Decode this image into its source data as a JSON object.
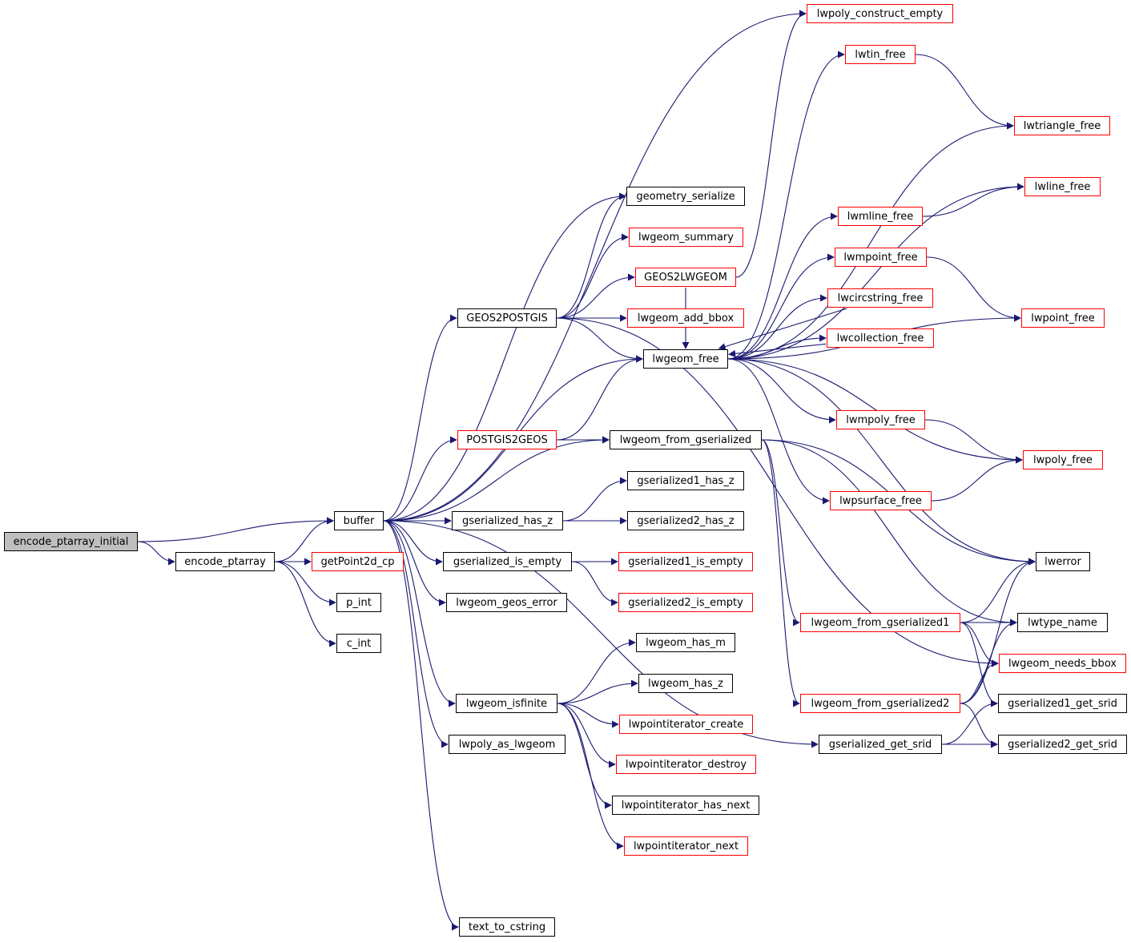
{
  "colors": {
    "edge": "#191970",
    "node_border": "#000000",
    "node_border_incomplete": "#ff0000",
    "root_fill": "#bfbfbf"
  },
  "nodes": [
    {
      "id": "encode_ptarray_initial",
      "label": "encode_ptarray_initial",
      "style": "root"
    },
    {
      "id": "encode_ptarray",
      "label": "encode_ptarray",
      "style": "normal"
    },
    {
      "id": "buffer",
      "label": "buffer",
      "style": "normal"
    },
    {
      "id": "getPoint2d_cp",
      "label": "getPoint2d_cp",
      "style": "incomplete"
    },
    {
      "id": "p_int",
      "label": "p_int",
      "style": "normal"
    },
    {
      "id": "c_int",
      "label": "c_int",
      "style": "normal"
    },
    {
      "id": "GEOS2POSTGIS",
      "label": "GEOS2POSTGIS",
      "style": "normal"
    },
    {
      "id": "POSTGIS2GEOS",
      "label": "POSTGIS2GEOS",
      "style": "incomplete"
    },
    {
      "id": "gserialized_has_z",
      "label": "gserialized_has_z",
      "style": "normal"
    },
    {
      "id": "gserialized_is_empty",
      "label": "gserialized_is_empty",
      "style": "normal"
    },
    {
      "id": "lwgeom_geos_error",
      "label": "lwgeom_geos_error",
      "style": "normal"
    },
    {
      "id": "lwgeom_isfinite",
      "label": "lwgeom_isfinite",
      "style": "normal"
    },
    {
      "id": "lwpoly_as_lwgeom",
      "label": "lwpoly_as_lwgeom",
      "style": "normal"
    },
    {
      "id": "text_to_cstring",
      "label": "text_to_cstring",
      "style": "normal"
    },
    {
      "id": "geometry_serialize",
      "label": "geometry_serialize",
      "style": "normal"
    },
    {
      "id": "lwgeom_summary",
      "label": "lwgeom_summary",
      "style": "incomplete"
    },
    {
      "id": "GEOS2LWGEOM",
      "label": "GEOS2LWGEOM",
      "style": "incomplete"
    },
    {
      "id": "lwgeom_add_bbox",
      "label": "lwgeom_add_bbox",
      "style": "incomplete"
    },
    {
      "id": "lwgeom_free",
      "label": "lwgeom_free",
      "style": "normal"
    },
    {
      "id": "lwgeom_from_gserialized",
      "label": "lwgeom_from_gserialized",
      "style": "normal"
    },
    {
      "id": "gserialized1_has_z",
      "label": "gserialized1_has_z",
      "style": "normal"
    },
    {
      "id": "gserialized2_has_z",
      "label": "gserialized2_has_z",
      "style": "normal"
    },
    {
      "id": "gserialized1_is_empty",
      "label": "gserialized1_is_empty",
      "style": "incomplete"
    },
    {
      "id": "gserialized2_is_empty",
      "label": "gserialized2_is_empty",
      "style": "incomplete"
    },
    {
      "id": "lwgeom_has_m",
      "label": "lwgeom_has_m",
      "style": "normal"
    },
    {
      "id": "lwgeom_has_z",
      "label": "lwgeom_has_z",
      "style": "normal"
    },
    {
      "id": "lwpointiterator_create",
      "label": "lwpointiterator_create",
      "style": "incomplete"
    },
    {
      "id": "lwpointiterator_destroy",
      "label": "lwpointiterator_destroy",
      "style": "incomplete"
    },
    {
      "id": "lwpointiterator_has_next",
      "label": "lwpointiterator_has_next",
      "style": "normal"
    },
    {
      "id": "lwpointiterator_next",
      "label": "lwpointiterator_next",
      "style": "incomplete"
    },
    {
      "id": "lwpoly_construct_empty",
      "label": "lwpoly_construct_empty",
      "style": "incomplete"
    },
    {
      "id": "lwtin_free",
      "label": "lwtin_free",
      "style": "incomplete"
    },
    {
      "id": "lwmline_free",
      "label": "lwmline_free",
      "style": "incomplete"
    },
    {
      "id": "lwmpoint_free",
      "label": "lwmpoint_free",
      "style": "incomplete"
    },
    {
      "id": "lwcircstring_free",
      "label": "lwcircstring_free",
      "style": "incomplete"
    },
    {
      "id": "lwcollection_free",
      "label": "lwcollection_free",
      "style": "incomplete"
    },
    {
      "id": "lwmpoly_free",
      "label": "lwmpoly_free",
      "style": "incomplete"
    },
    {
      "id": "lwpsurface_free",
      "label": "lwpsurface_free",
      "style": "incomplete"
    },
    {
      "id": "lwgeom_from_gserialized1",
      "label": "lwgeom_from_gserialized1",
      "style": "incomplete"
    },
    {
      "id": "lwgeom_from_gserialized2",
      "label": "lwgeom_from_gserialized2",
      "style": "incomplete"
    },
    {
      "id": "gserialized_get_srid",
      "label": "gserialized_get_srid",
      "style": "normal"
    },
    {
      "id": "lwtriangle_free",
      "label": "lwtriangle_free",
      "style": "incomplete"
    },
    {
      "id": "lwline_free",
      "label": "lwline_free",
      "style": "incomplete"
    },
    {
      "id": "lwpoint_free",
      "label": "lwpoint_free",
      "style": "incomplete"
    },
    {
      "id": "lwpoly_free",
      "label": "lwpoly_free",
      "style": "incomplete"
    },
    {
      "id": "lwerror",
      "label": "lwerror",
      "style": "normal"
    },
    {
      "id": "lwtype_name",
      "label": "lwtype_name",
      "style": "normal"
    },
    {
      "id": "lwgeom_needs_bbox",
      "label": "lwgeom_needs_bbox",
      "style": "incomplete"
    },
    {
      "id": "gserialized1_get_srid",
      "label": "gserialized1_get_srid",
      "style": "normal"
    },
    {
      "id": "gserialized2_get_srid",
      "label": "gserialized2_get_srid",
      "style": "normal"
    }
  ],
  "edges": [
    [
      "encode_ptarray_initial",
      "buffer"
    ],
    [
      "encode_ptarray_initial",
      "encode_ptarray"
    ],
    [
      "encode_ptarray",
      "buffer"
    ],
    [
      "encode_ptarray",
      "getPoint2d_cp"
    ],
    [
      "encode_ptarray",
      "p_int"
    ],
    [
      "encode_ptarray",
      "c_int"
    ],
    [
      "buffer",
      "lwpoly_construct_empty"
    ],
    [
      "buffer",
      "geometry_serialize"
    ],
    [
      "buffer",
      "GEOS2POSTGIS"
    ],
    [
      "buffer",
      "lwgeom_free"
    ],
    [
      "buffer",
      "POSTGIS2GEOS"
    ],
    [
      "buffer",
      "lwgeom_from_gserialized"
    ],
    [
      "buffer",
      "gserialized_has_z"
    ],
    [
      "buffer",
      "gserialized_is_empty"
    ],
    [
      "buffer",
      "lwgeom_geos_error"
    ],
    [
      "buffer",
      "lwgeom_isfinite"
    ],
    [
      "buffer",
      "lwpoly_as_lwgeom"
    ],
    [
      "buffer",
      "text_to_cstring"
    ],
    [
      "buffer",
      "gserialized_get_srid"
    ],
    [
      "GEOS2POSTGIS",
      "geometry_serialize"
    ],
    [
      "GEOS2POSTGIS",
      "lwgeom_summary"
    ],
    [
      "GEOS2POSTGIS",
      "GEOS2LWGEOM"
    ],
    [
      "GEOS2POSTGIS",
      "lwgeom_add_bbox"
    ],
    [
      "GEOS2POSTGIS",
      "lwgeom_free"
    ],
    [
      "GEOS2POSTGIS",
      "lwgeom_needs_bbox"
    ],
    [
      "POSTGIS2GEOS",
      "lwgeom_free"
    ],
    [
      "POSTGIS2GEOS",
      "lwgeom_from_gserialized"
    ],
    [
      "GEOS2LWGEOM",
      "lwpoly_construct_empty"
    ],
    [
      "GEOS2LWGEOM",
      "lwgeom_free"
    ],
    [
      "gserialized_has_z",
      "gserialized1_has_z"
    ],
    [
      "gserialized_has_z",
      "gserialized2_has_z"
    ],
    [
      "gserialized_is_empty",
      "gserialized1_is_empty"
    ],
    [
      "gserialized_is_empty",
      "gserialized2_is_empty"
    ],
    [
      "lwgeom_isfinite",
      "lwgeom_has_m"
    ],
    [
      "lwgeom_isfinite",
      "lwgeom_has_z"
    ],
    [
      "lwgeom_isfinite",
      "lwpointiterator_create"
    ],
    [
      "lwgeom_isfinite",
      "lwpointiterator_destroy"
    ],
    [
      "lwgeom_isfinite",
      "lwpointiterator_has_next"
    ],
    [
      "lwgeom_isfinite",
      "lwpointiterator_next"
    ],
    [
      "lwgeom_free",
      "lwtin_free"
    ],
    [
      "lwgeom_free",
      "lwtriangle_free"
    ],
    [
      "lwgeom_free",
      "lwline_free"
    ],
    [
      "lwgeom_free",
      "lwmline_free"
    ],
    [
      "lwgeom_free",
      "lwmpoint_free"
    ],
    [
      "lwgeom_free",
      "lwcircstring_free"
    ],
    [
      "lwgeom_free",
      "lwcollection_free"
    ],
    [
      "lwgeom_free",
      "lwpoint_free"
    ],
    [
      "lwgeom_free",
      "lwmpoly_free"
    ],
    [
      "lwgeom_free",
      "lwpoly_free"
    ],
    [
      "lwgeom_free",
      "lwpsurface_free"
    ],
    [
      "lwgeom_free",
      "lwerror"
    ],
    [
      "lwtin_free",
      "lwtriangle_free"
    ],
    [
      "lwmline_free",
      "lwline_free"
    ],
    [
      "lwmpoint_free",
      "lwpoint_free"
    ],
    [
      "lwcircstring_free",
      "lwgeom_free"
    ],
    [
      "lwcollection_free",
      "lwgeom_free"
    ],
    [
      "lwmpoly_free",
      "lwpoly_free"
    ],
    [
      "lwpsurface_free",
      "lwpoly_free"
    ],
    [
      "lwgeom_from_gserialized",
      "lwgeom_from_gserialized1"
    ],
    [
      "lwgeom_from_gserialized",
      "lwgeom_from_gserialized2"
    ],
    [
      "lwgeom_from_gserialized",
      "lwerror"
    ],
    [
      "lwgeom_from_gserialized",
      "lwtype_name"
    ],
    [
      "lwgeom_from_gserialized1",
      "lwerror"
    ],
    [
      "lwgeom_from_gserialized1",
      "lwtype_name"
    ],
    [
      "lwgeom_from_gserialized1",
      "lwgeom_needs_bbox"
    ],
    [
      "lwgeom_from_gserialized1",
      "gserialized1_get_srid"
    ],
    [
      "lwgeom_from_gserialized2",
      "lwerror"
    ],
    [
      "lwgeom_from_gserialized2",
      "lwtype_name"
    ],
    [
      "lwgeom_from_gserialized2",
      "lwgeom_needs_bbox"
    ],
    [
      "lwgeom_from_gserialized2",
      "gserialized2_get_srid"
    ],
    [
      "gserialized_get_srid",
      "gserialized1_get_srid"
    ],
    [
      "gserialized_get_srid",
      "gserialized2_get_srid"
    ]
  ]
}
